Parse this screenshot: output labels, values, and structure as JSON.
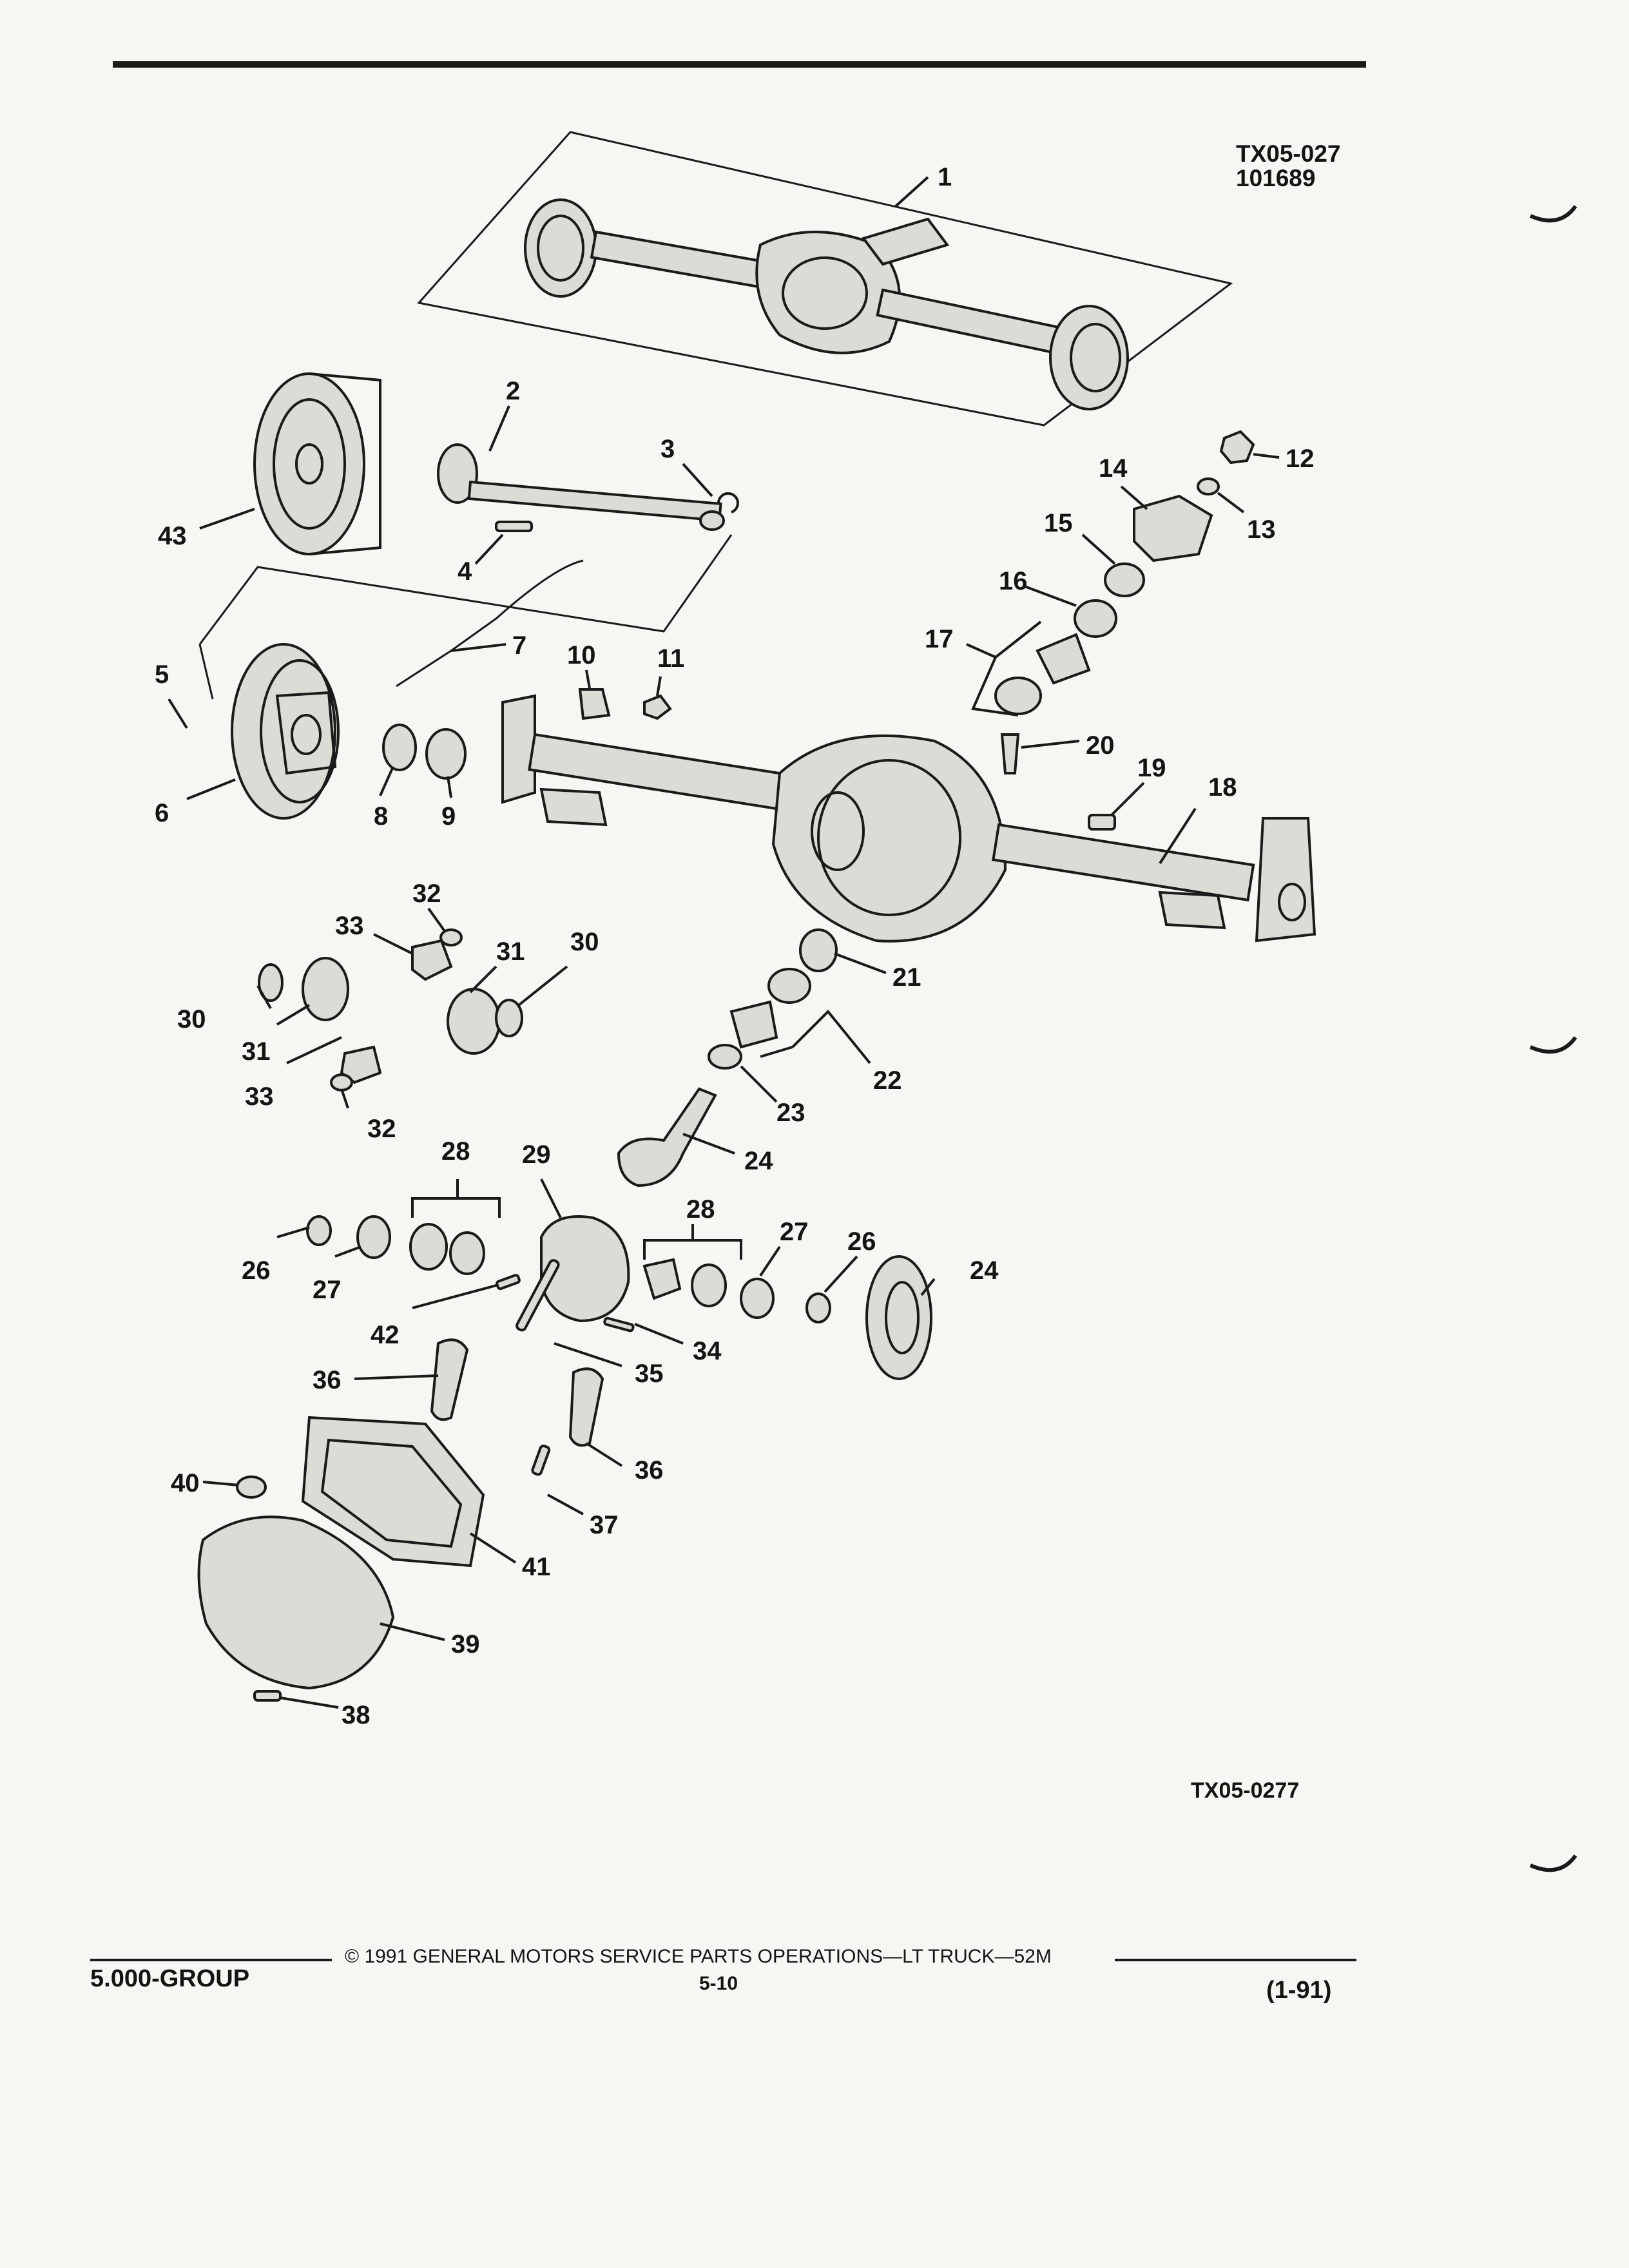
{
  "header": {
    "figure_code": "TX05-027",
    "figure_date": "101689"
  },
  "callouts": [
    "1",
    "2",
    "3",
    "4",
    "5",
    "6",
    "7",
    "8",
    "9",
    "10",
    "11",
    "12",
    "13",
    "14",
    "15",
    "16",
    "17",
    "18",
    "19",
    "20",
    "21",
    "22",
    "23",
    "24",
    "24",
    "26",
    "26",
    "27",
    "27",
    "28",
    "28",
    "29",
    "30",
    "30",
    "31",
    "31",
    "32",
    "32",
    "33",
    "33",
    "34",
    "35",
    "36",
    "36",
    "37",
    "38",
    "39",
    "40",
    "41",
    "42",
    "43"
  ],
  "figure_ref": "TX05-0277",
  "footer": {
    "group": "5.000-GROUP",
    "copyright": "© 1991 GENERAL MOTORS SERVICE PARTS OPERATIONS—LT TRUCK—52M",
    "page": "5-10",
    "date": "(1-91)"
  }
}
